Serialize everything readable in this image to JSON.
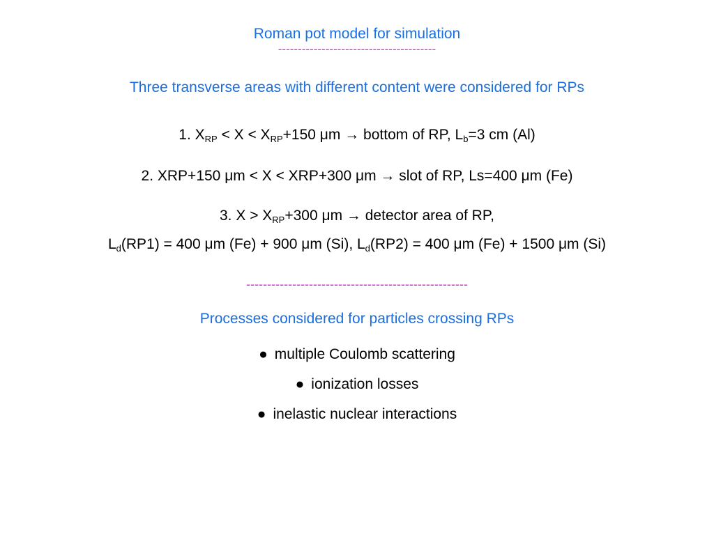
{
  "slide": {
    "title": "Roman pot  model for simulation",
    "title_divider": "----------------------------------------",
    "areas_heading": "Three transverse areas with different content were considered for RPs",
    "area1": {
      "n": "1. X",
      "s1": "RP",
      "p2": " < X < X",
      "s2": "RP",
      "p3": "+150 μm → bottom of RP, L",
      "s3": "b",
      "p4": "=3 cm (Al)"
    },
    "area2": "2. XRP+150 μm < X < XRP+300 μm → slot of RP, Ls=400 μm (Fe)",
    "area3": {
      "p1": "3. X > X",
      "s1": "RP",
      "p2": "+300 μm → detector area of RP,",
      "l1": "L",
      "ls1": "d",
      "l2": "(RP1) = 400 μm (Fe) + 900 μm (Si),  L",
      "ls2": "d",
      "l3": "(RP2) = 400 μm (Fe) + 1500 μm (Si)"
    },
    "section_divider": "-----------------------------------------------------",
    "processes_heading": "Processes considered for particles crossing RPs",
    "bullet_glyph": "●",
    "processes": [
      "multiple Coulomb scattering",
      "ionization losses",
      "inelastic nuclear interactions"
    ],
    "colors": {
      "heading": "#1a6fe0",
      "divider": "#e020e0",
      "body": "#000000"
    }
  }
}
